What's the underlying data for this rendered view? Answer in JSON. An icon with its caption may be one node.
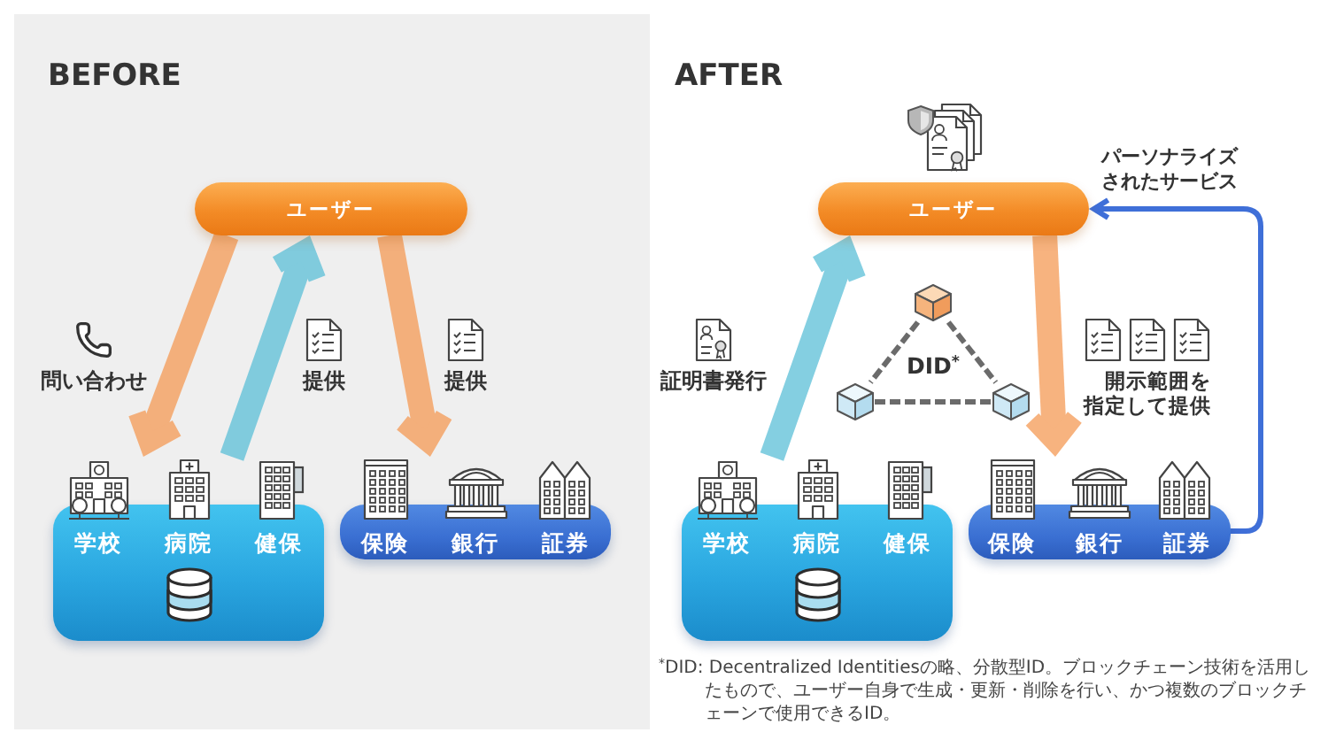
{
  "diagram": {
    "nodes": [
      {
        "text": [
          "BEFORE"
        ]
      },
      {
        "text": [
          "ユーザー"
        ],
        "in": 0
      },
      {
        "text": [
          "学校",
          "病院",
          "健保"
        ],
        "in": 0
      },
      {
        "text": [
          "保険",
          "銀行",
          "証券"
        ],
        "in": 0
      },
      {
        "text": [
          "ユーザー"
        ]
      },
      {
        "text": [],
        "shape": "cube"
      },
      {
        "text": [],
        "shape": "cube"
      },
      {
        "text": [],
        "shape": "cube"
      },
      {
        "text": [
          "学校",
          "病院",
          "健保"
        ]
      },
      {
        "text": [
          "保険",
          "銀行",
          "証券"
        ]
      }
    ],
    "edges": [
      {
        "from": 1,
        "to": 2,
        "arrow": "to",
        "label": "問い合わせ",
        "color": "#f59a55"
      },
      {
        "from": 2,
        "to": 1,
        "arrow": "to",
        "label": "提供",
        "color": "#5bbfd8"
      },
      {
        "from": 1,
        "to": 3,
        "arrow": "to",
        "label": "提供",
        "color": "#f59a55"
      },
      {
        "from": 8,
        "to": 4,
        "arrow": "to",
        "label": "証明書発行",
        "color": "#5bbfd8"
      },
      {
        "from": 4,
        "to": 9,
        "arrow": "to",
        "label": "開示範囲を指定して提供",
        "color": "#f59a55"
      },
      {
        "from": 9,
        "to": 4,
        "arrow": "to",
        "label": "パーソナライズされたサービス",
        "color": "#3f6fd8"
      },
      {
        "from": 5,
        "to": 6,
        "arrow": "none",
        "style": "dashed",
        "color": "#6b6b6b"
      },
      {
        "from": 5,
        "to": 7,
        "arrow": "none",
        "style": "dashed",
        "color": "#6b6b6b"
      },
      {
        "from": 6,
        "to": 7,
        "arrow": "none",
        "style": "dashed",
        "color": "#6b6b6b"
      }
    ],
    "labels": [
      "AFTER",
      "DID$^{*}$",
      "$^{*}$DID: Decentralized Identitiesの略、分散型ID。ブロックチェーン技術を活用したもので、ユーザー自身で生成・更新・削除を行い、かつ複数のブロックチェーンで使用できるID。"
    ]
  }
}
